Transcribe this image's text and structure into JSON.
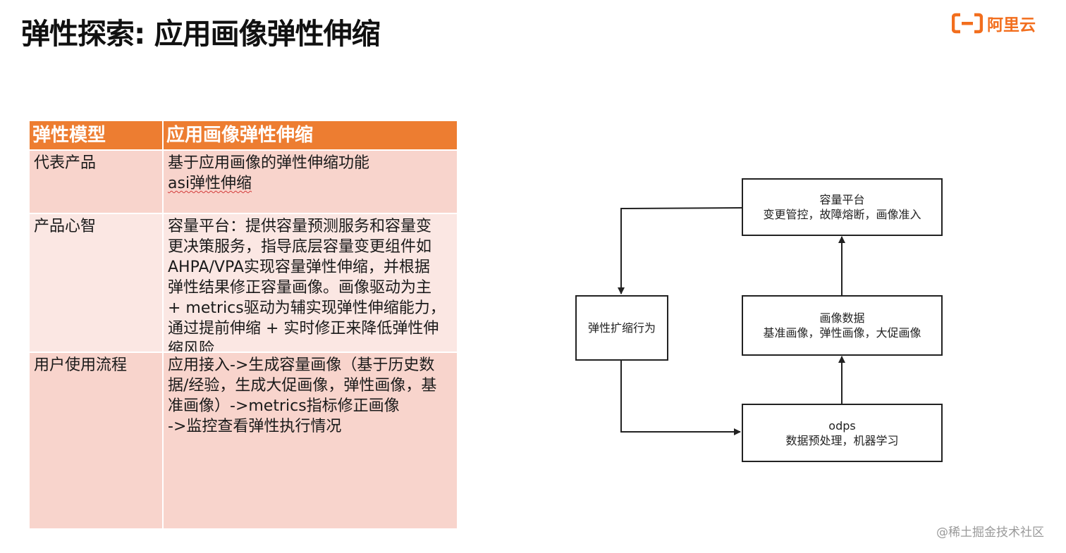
{
  "slide": {
    "title": "弹性探索: 应用画像弹性伸缩"
  },
  "brand": {
    "name": "阿里云",
    "color": "#f26e1d",
    "icon": "aliyun-logo-icon"
  },
  "table": {
    "header": [
      "弹性模型",
      "应用画像弹性伸缩"
    ],
    "rows": [
      {
        "label": "代表产品",
        "lines": [
          "基于应用画像的弹性伸缩功能",
          "asi弹性伸缩"
        ]
      },
      {
        "label": "产品心智",
        "lines": [
          "容量平台：提供容量预测服务和容量变",
          "更决策服务，指导底层容量变更组件如",
          "AHPA/VPA实现容量弹性伸缩，并根据",
          "弹性结果修正容量画像。画像驱动为主",
          "+ metrics驱动为辅实现弹性伸缩能力，",
          "通过提前伸缩 + 实时修正来降低弹性伸",
          "缩风险"
        ]
      },
      {
        "label": "用户使用流程",
        "lines": [
          "应用接入->生成容量画像（基于历史数",
          "据/经验，生成大促画像，弹性画像，基",
          "准画像）->metrics指标修正画像",
          "->监控查看弹性执行情况"
        ]
      }
    ],
    "colors": {
      "header": "#ed7d31",
      "row_dark": "#f8d4cc",
      "row_light": "#fbe7e3"
    }
  },
  "diagram": {
    "nodes": {
      "capacity_platform": [
        "容量平台",
        "变更管控，故障熔断，画像准入"
      ],
      "profile_data": [
        "画像数据",
        "基准画像，弹性画像，大促画像"
      ],
      "odps": [
        "odps",
        "数据预处理，机器学习"
      ],
      "scaling_action": [
        "弹性扩缩行为"
      ]
    }
  },
  "watermark": "@稀土掘金技术社区"
}
